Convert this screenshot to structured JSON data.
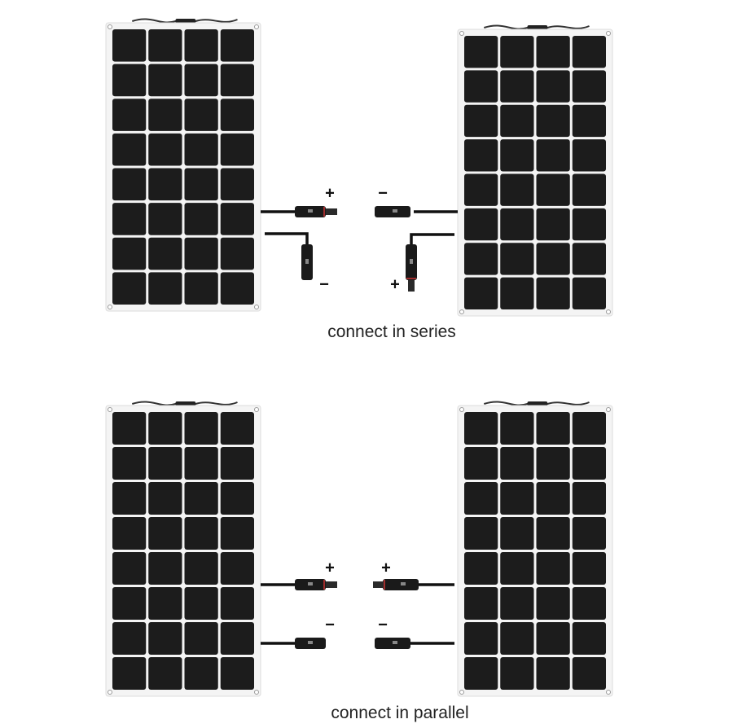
{
  "series": {
    "caption": "connect in series",
    "left_plus": "+",
    "right_minus": "−",
    "left_minus": "−",
    "right_plus": "+"
  },
  "parallel": {
    "caption": "connect in parallel",
    "left_top_plus": "+",
    "right_top_plus": "+",
    "left_bottom_minus": "−",
    "right_bottom_minus": "−"
  },
  "panel": {
    "columns": 4,
    "rows": 8
  },
  "colors": {
    "cell": "#1c1c1c",
    "frame": "#f4f4f4",
    "cable": "#111111"
  }
}
